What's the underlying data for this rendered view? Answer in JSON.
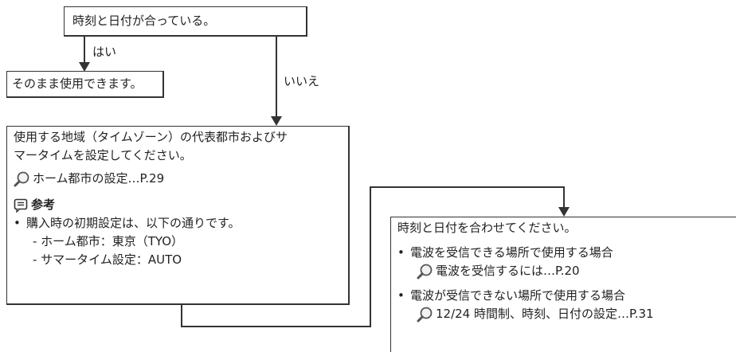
{
  "q1": "時刻と日付が合っている。",
  "yes_label": "はい",
  "no_label": "いいえ",
  "ok_box": "そのまま使用できます。",
  "setup_box": {
    "line1": "使用する地域（タイムゾーン）の代表都市およびサ",
    "line2": "マータイムを設定してください。",
    "ref": "ホーム都市の設定…P.29",
    "note_title": "参考",
    "bullet": "購入時の初期設定は、以下の通りです。",
    "sub1": "- ホーム都市：東京（TYO）",
    "sub2": "- サマータイム設定：AUTO"
  },
  "adjust_box": {
    "title": "時刻と日付を合わせてください。",
    "b1": "電波を受信できる場所で使用する場合",
    "ref1": "電波を受信するには…P.20",
    "b2": "電波が受信できない場所で使用する場合",
    "ref2": "12/24 時間制、時刻、日付の設定…P.31"
  },
  "icons": {
    "reference": "magnifier-icon",
    "note": "memo-icon"
  },
  "colors": {
    "line": "#333333",
    "text": "#222222",
    "icon": "#555555"
  }
}
